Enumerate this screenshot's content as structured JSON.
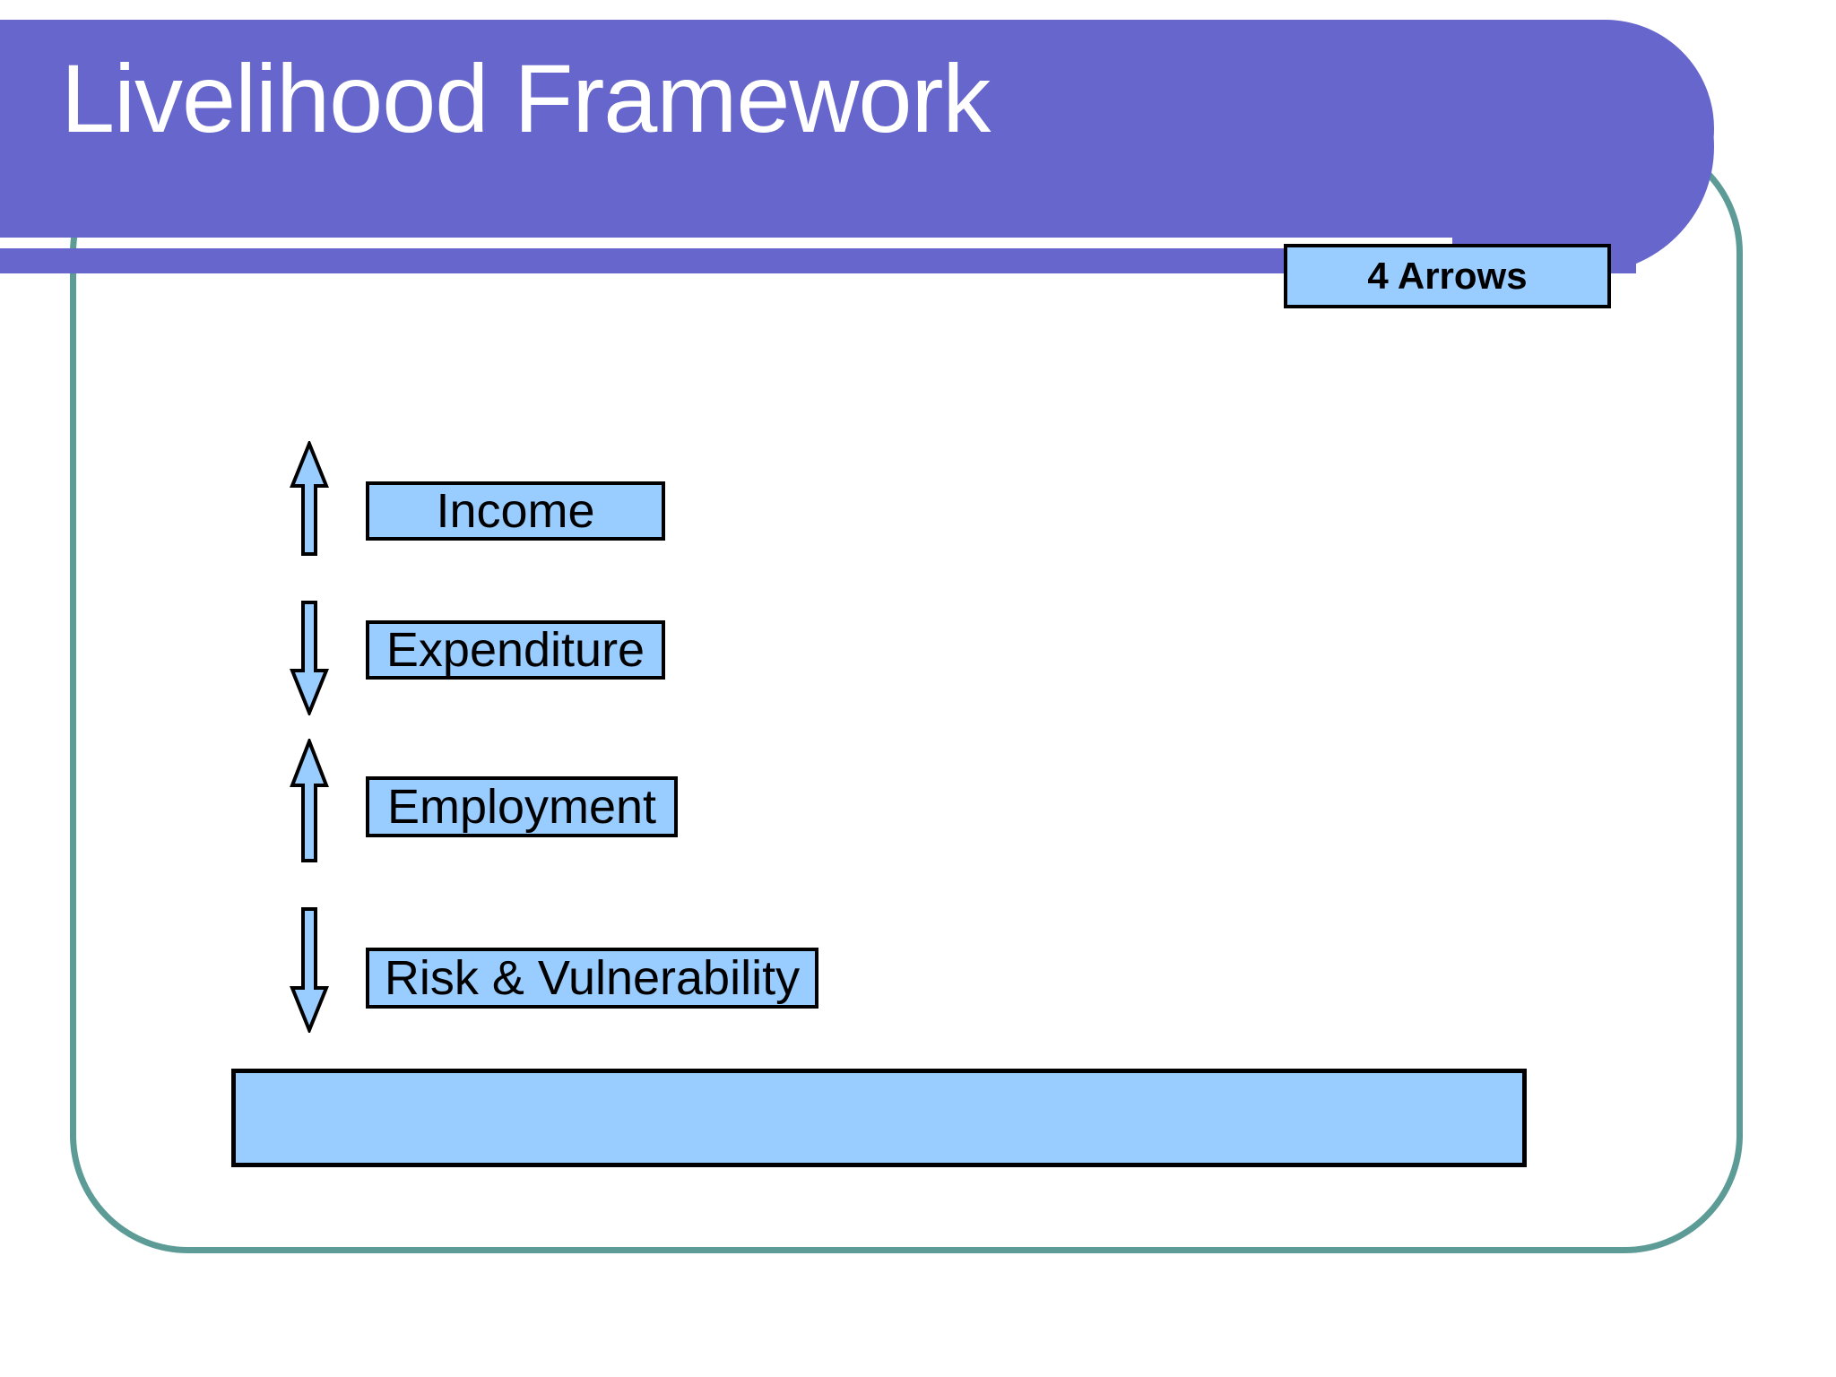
{
  "slide": {
    "title": "Livelihood Framework",
    "badge_label": "4 Arrows",
    "colors": {
      "banner_purple": "#6666CC",
      "frame_teal": "#5D9B96",
      "box_blue": "#99CCFF",
      "box_border": "#000000",
      "title_text": "#FFFFFF",
      "body_text": "#000000",
      "background": "#FFFFFF"
    }
  },
  "diagram": {
    "arrow_count": 4,
    "rows": [
      {
        "label": "Income",
        "arrow_direction": "up",
        "arrow_name": "arrow-up-icon"
      },
      {
        "label": "Expenditure",
        "arrow_direction": "down",
        "arrow_name": "arrow-down-icon"
      },
      {
        "label": "Employment",
        "arrow_direction": "up",
        "arrow_name": "arrow-up-icon"
      },
      {
        "label": "Risk & Vulnerability",
        "arrow_direction": "down",
        "arrow_name": "arrow-down-icon"
      }
    ],
    "bottom_bar": {
      "label": ""
    }
  }
}
